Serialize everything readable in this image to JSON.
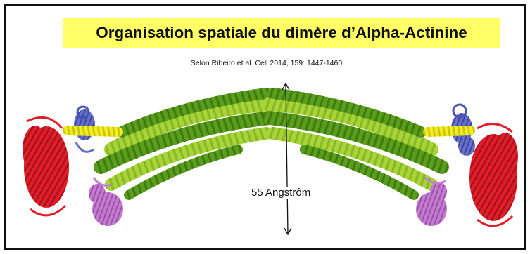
{
  "slide": {
    "title": "Organisation spatiale du dimère d’Alpha-Actinine",
    "citation": "Selon Ribeiro et al. Cell 2014, 159: 1447-1460",
    "dimension_label": "55 Angstrôm"
  },
  "colors": {
    "title_highlight": "#ffff66",
    "rod_dark_green": "#5a9e1c",
    "rod_light_green": "#a8d43a",
    "actin_binding_domain_red": "#e01f2a",
    "calponin_blue": "#6670c8",
    "neck_yellow": "#f2ec24",
    "ef_hand_violet": "#c47bd0"
  },
  "icons": [
    "double-headed-arrow-icon"
  ]
}
